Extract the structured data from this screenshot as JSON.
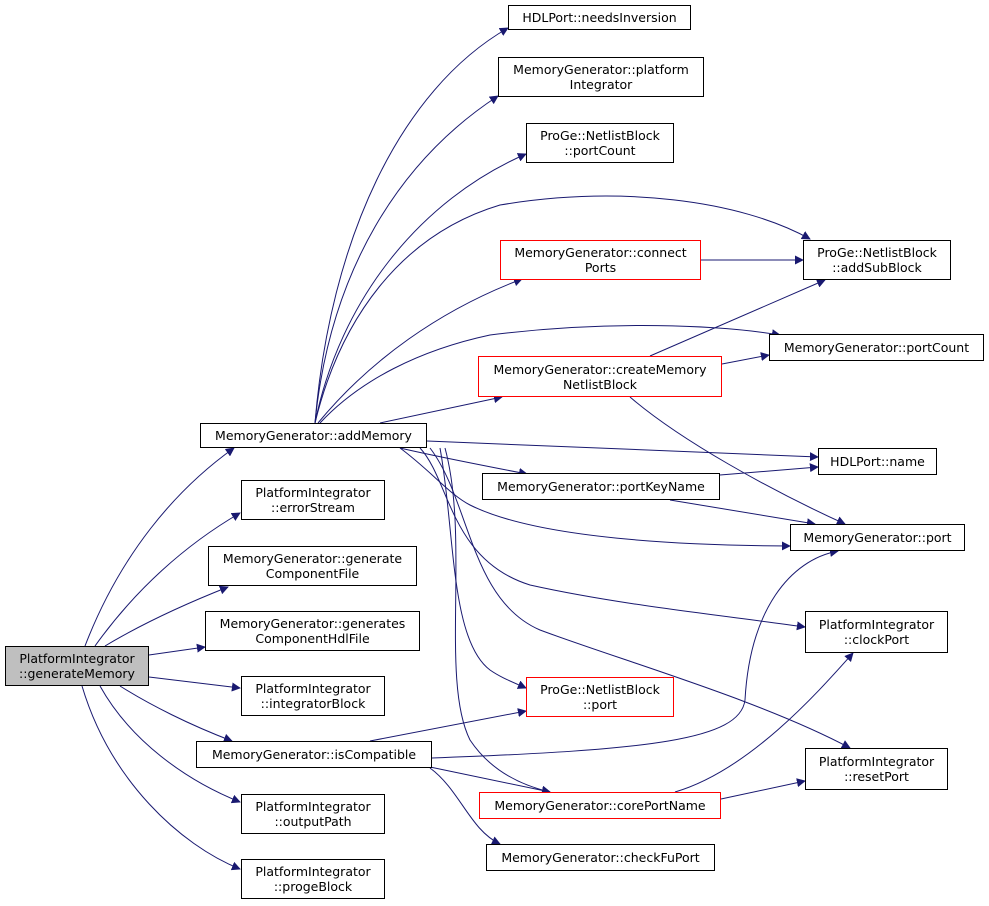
{
  "colors": {
    "edge": "#191970",
    "root_fill": "#bfbfbf",
    "highlight_border": "#ff0000"
  },
  "nodes": {
    "needsInversion": {
      "label": "HDLPort::needsInversion"
    },
    "platformIntegrator": {
      "label": "MemoryGenerator::platform\nIntegrator"
    },
    "nbPortCount": {
      "label": "ProGe::NetlistBlock\n::portCount"
    },
    "addSubBlock": {
      "label": "ProGe::NetlistBlock\n::addSubBlock"
    },
    "connectPorts": {
      "label": "MemoryGenerator::connect\nPorts"
    },
    "mgPortCount": {
      "label": "MemoryGenerator::portCount"
    },
    "createMemory": {
      "label": "MemoryGenerator::createMemory\nNetlistBlock"
    },
    "addMemory": {
      "label": "MemoryGenerator::addMemory"
    },
    "hdlName": {
      "label": "HDLPort::name"
    },
    "portKeyName": {
      "label": "MemoryGenerator::portKeyName"
    },
    "errorStream": {
      "label": "PlatformIntegrator\n::errorStream"
    },
    "mgPort": {
      "label": "MemoryGenerator::port"
    },
    "genComponentFile": {
      "label": "MemoryGenerator::generate\nComponentFile"
    },
    "genHdlFile": {
      "label": "MemoryGenerator::generates\nComponentHdlFile"
    },
    "clockPort": {
      "label": "PlatformIntegrator\n::clockPort"
    },
    "root": {
      "label": "PlatformIntegrator\n::generateMemory"
    },
    "integratorBlock": {
      "label": "PlatformIntegrator\n::integratorBlock"
    },
    "nbPort": {
      "label": "ProGe::NetlistBlock\n::port"
    },
    "isCompatible": {
      "label": "MemoryGenerator::isCompatible"
    },
    "resetPort": {
      "label": "PlatformIntegrator\n::resetPort"
    },
    "corePortName": {
      "label": "MemoryGenerator::corePortName"
    },
    "outputPath": {
      "label": "PlatformIntegrator\n::outputPath"
    },
    "checkFuPort": {
      "label": "MemoryGenerator::checkFuPort"
    },
    "progeBlock": {
      "label": "PlatformIntegrator\n::progeBlock"
    }
  }
}
